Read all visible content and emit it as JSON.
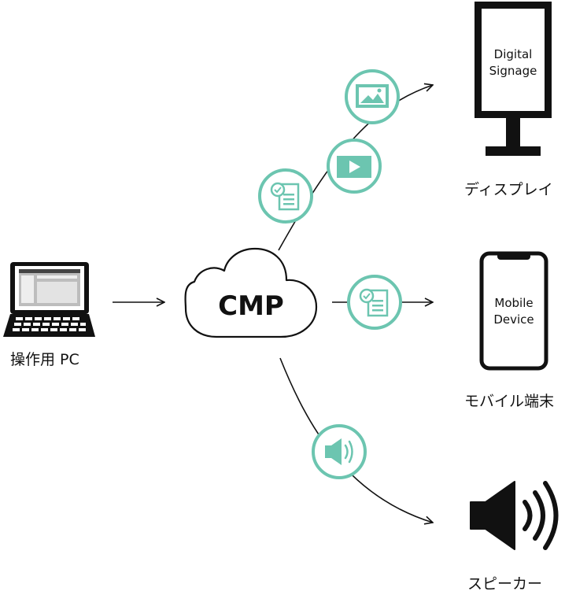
{
  "laptop": {
    "label": "操作用 PC"
  },
  "cloud": {
    "label": "CMP"
  },
  "signage": {
    "screen_lines": [
      "Digital",
      "Signage"
    ],
    "label": "ディスプレイ"
  },
  "mobile": {
    "screen_lines": [
      "Mobile",
      "Device"
    ],
    "label": "モバイル端末"
  },
  "speaker": {
    "label": "スピーカー"
  },
  "colors": {
    "accent": "#6cc5b0",
    "line": "#111111"
  }
}
